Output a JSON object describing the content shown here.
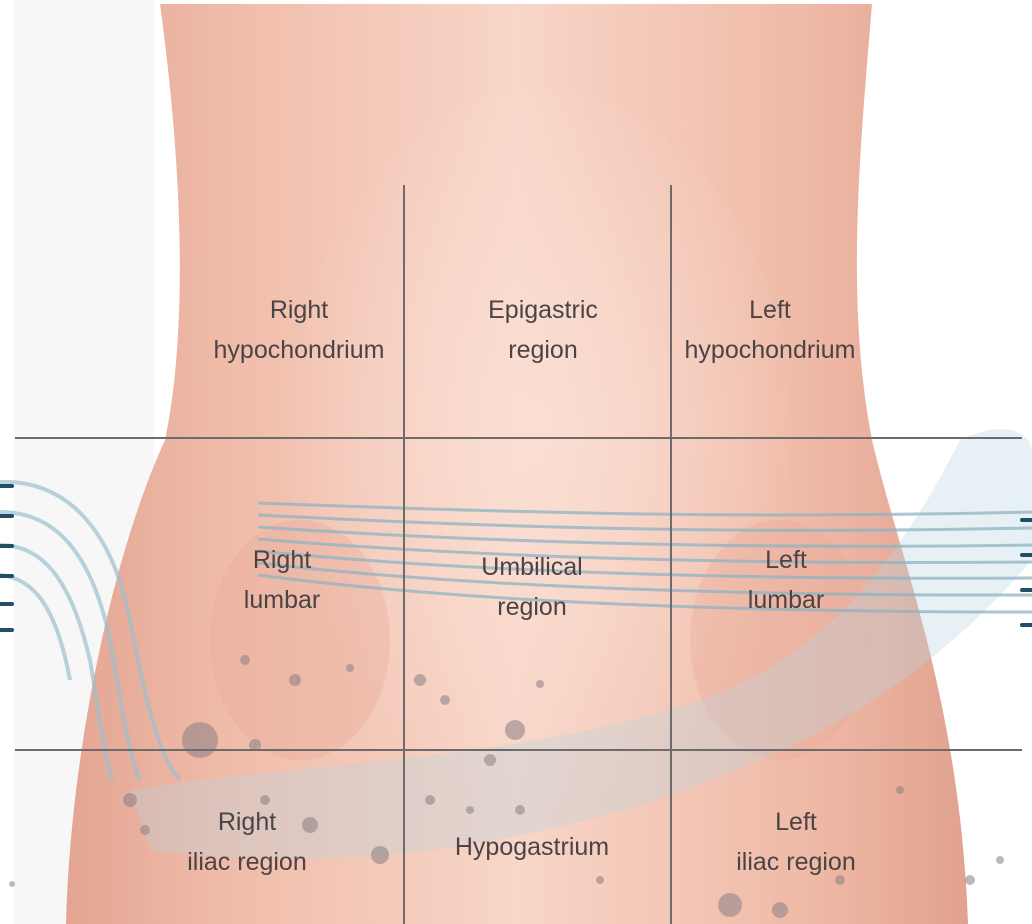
{
  "diagram": {
    "regions": [
      {
        "id": "right-hypochondrium",
        "label": "Right\nhypochondrium"
      },
      {
        "id": "epigastric-region",
        "label": "Epigastric\nregion"
      },
      {
        "id": "left-hypochondrium",
        "label": "Left\nhypochondrium"
      },
      {
        "id": "right-lumbar",
        "label": "Right\nlumbar"
      },
      {
        "id": "umbilical-region",
        "label": "Umbilical\nregion"
      },
      {
        "id": "left-lumbar",
        "label": "Left\nlumbar"
      },
      {
        "id": "right-iliac-region",
        "label": "Right\niliac region"
      },
      {
        "id": "hypogastrium",
        "label": "Hypogastrium"
      },
      {
        "id": "left-iliac-region",
        "label": "Left\niliac region"
      }
    ]
  },
  "colors": {
    "skin_light": "#f6cfc0",
    "skin_mid": "#eeb7a4",
    "skin_shadow": "#e2a08d",
    "grid_line": "#6f6a6c",
    "label_text": "#4a4446",
    "watermark_blue": "#a9c9d6",
    "watermark_dark": "#1f4f66"
  }
}
